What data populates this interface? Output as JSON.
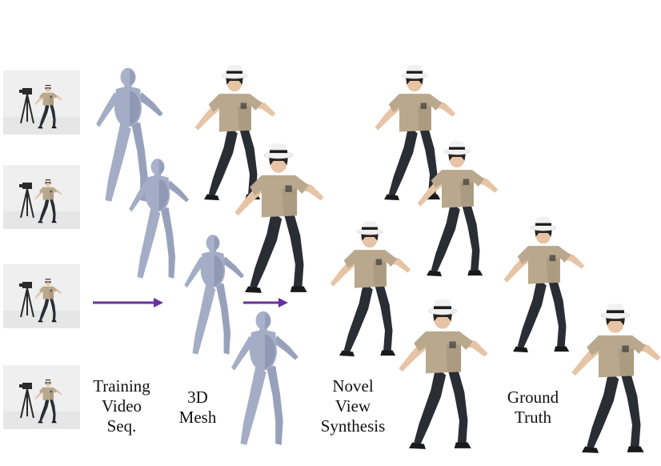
{
  "labels": {
    "training": [
      "Training",
      "Video",
      "Seq."
    ],
    "mesh": [
      "3D",
      "Mesh"
    ],
    "novel": [
      "Novel",
      "View",
      "Synthesis"
    ],
    "ground": [
      "Ground",
      "Truth"
    ]
  },
  "colors": {
    "arrow": "#6a2fa0",
    "mesh_body": "#a4adc6",
    "mesh_shade": "#7f89a6",
    "shirt": "#b9a88d",
    "shirt_shade": "#9c8c72",
    "pants": "#2a2d34",
    "skin": "#e6c4a5",
    "hat_white": "#f1f1f1",
    "hat_band": "#1d1d1d",
    "hair": "#2b2522",
    "frame_bg": "#efefef",
    "floor": "#e6e6e6"
  },
  "icons": {
    "arrow": "right-arrow-icon",
    "camera": "camera-tripod-icon",
    "person": "dancer-figure",
    "mesh": "body-mesh-figure"
  }
}
